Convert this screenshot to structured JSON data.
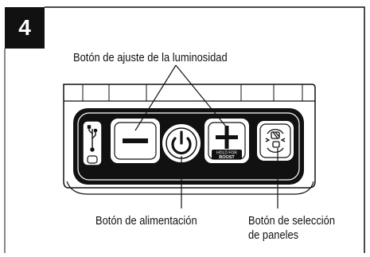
{
  "step_number": "4",
  "labels": {
    "brightness": "Botón de ajuste de la luminosidad",
    "power": "Botón de alimentación",
    "panel_select_line1": "Botón de selección",
    "panel_select_line2": "de paneles"
  },
  "boost_text": {
    "line1": "HOLD FOR",
    "line2": "BOOST"
  },
  "icons": [
    "usb-icon",
    "minus-icon",
    "power-icon",
    "plus-icon",
    "panel-select-icon"
  ],
  "colors": {
    "ink": "#111111",
    "paper": "#ffffff"
  }
}
